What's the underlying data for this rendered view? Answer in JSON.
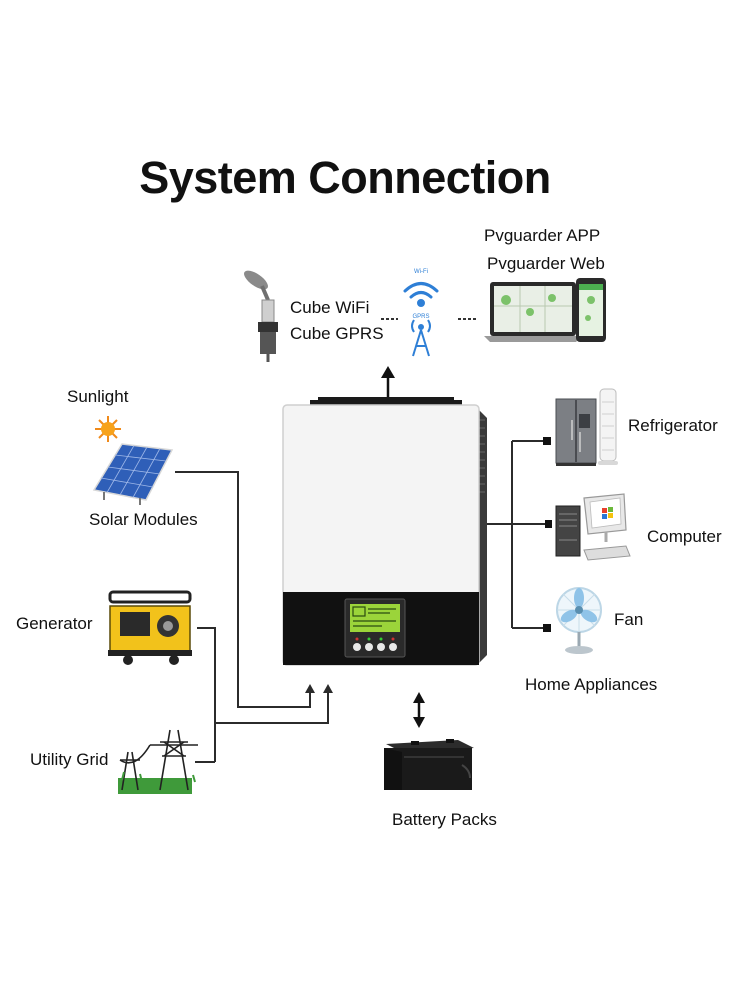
{
  "title": "System Connection",
  "monitoring": {
    "device_line1": "Cube WiFi",
    "device_line2": "Cube GPRS",
    "wifi_text": "Wi-Fi",
    "gprs_text": "GPRS",
    "app_line1": "Pvguarder APP",
    "app_line2": "Pvguarder Web"
  },
  "inputs": {
    "sunlight": "Sunlight",
    "solar_modules": "Solar Modules",
    "generator": "Generator",
    "utility_grid": "Utility Grid"
  },
  "outputs": {
    "refrigerator": "Refrigerator",
    "computer": "Computer",
    "fan": "Fan",
    "home_appliances": "Home Appliances"
  },
  "storage": {
    "battery_packs": "Battery Packs"
  },
  "icons": {
    "inverter": "inverter-icon",
    "solar_panel": "solar-panel-icon",
    "sun": "sun-icon",
    "generator": "generator-icon",
    "power_tower": "power-tower-icon",
    "refrigerator": "refrigerator-icon",
    "computer": "computer-icon",
    "fan": "fan-icon",
    "battery": "battery-icon",
    "wifi": "wifi-icon",
    "gprs": "gprs-tower-icon",
    "dongle": "dongle-icon",
    "laptop": "laptop-icon",
    "phone": "phone-icon"
  },
  "colors": {
    "line": "#2b2b2b",
    "inverter_body": "#f4f4f4",
    "inverter_base": "#111111",
    "lcd": "#9bd43a",
    "wifi": "#2e7fd6",
    "generator": "#f2c21b",
    "solar": "#2f5fb8",
    "grass": "#3f9a3a"
  }
}
